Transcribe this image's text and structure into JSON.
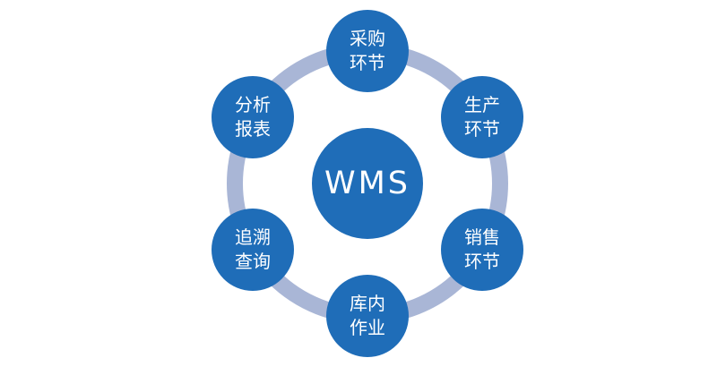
{
  "diagram": {
    "center": {
      "label": "WMS"
    },
    "nodes": [
      {
        "id": "procurement",
        "lines": [
          "采购",
          "环节"
        ]
      },
      {
        "id": "production",
        "lines": [
          "生产",
          "环节"
        ]
      },
      {
        "id": "sales",
        "lines": [
          "销售",
          "环节"
        ]
      },
      {
        "id": "warehouse-operations",
        "lines": [
          "库内",
          "作业"
        ]
      },
      {
        "id": "trace-query",
        "lines": [
          "追溯",
          "查询"
        ]
      },
      {
        "id": "analysis-reports",
        "lines": [
          "分析",
          "报表"
        ]
      }
    ],
    "colors": {
      "node": "#1f6db8",
      "ring": "#a9b6d6",
      "text": "#ffffff"
    }
  }
}
